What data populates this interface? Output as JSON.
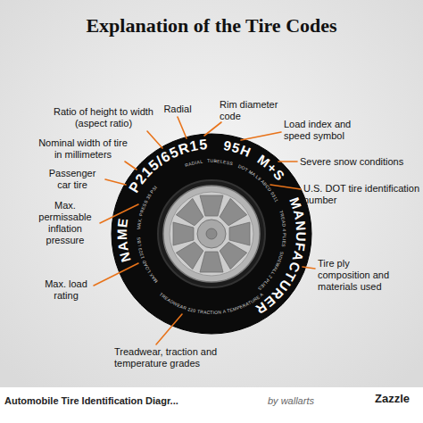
{
  "diagram": {
    "title": "Explanation of the Tire Codes",
    "caption": "Automobile Tire Identification Diagr...",
    "nodes": [
      {
        "text": [
          "NAME",
          "P215/65R15",
          "95H",
          "M+S",
          "MANUFACTURER",
          "MAX LOAD 1323 LBS",
          "MAX. PRESS 35 PSI",
          "RADIAL",
          "TUBELESS",
          "DOT MA L9 ABCD 0311",
          "TREAD 4 PLIES",
          "SIDEWALL 2 PLIES",
          "TREADWEAR 220 TRACTION A TEMPERATURE A"
        ]
      }
    ],
    "labels": [
      "Ratio of height to width (aspect ratio)",
      "Radial",
      "Rim diameter code",
      "Nominal width of tire in millimeters",
      "Load index and speed symbol",
      "Severe snow conditions",
      "Passenger car tire",
      "U.S. DOT tire identification number",
      "Max. permissable inflation pressure",
      "Tire ply composition and materials used",
      "Max. load rating",
      "Treadwear, traction and temperature grades",
      "by wallarts",
      "Zazzle"
    ]
  }
}
